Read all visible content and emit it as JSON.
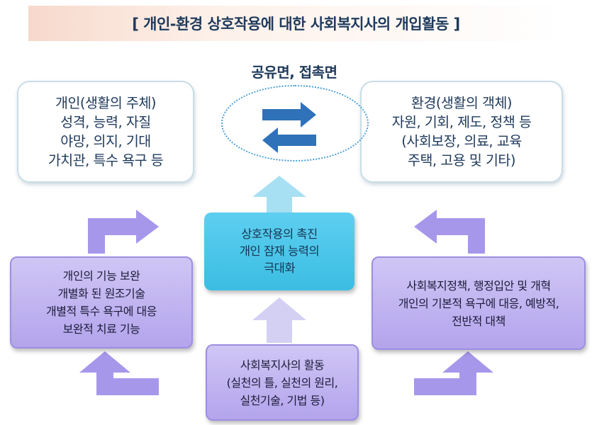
{
  "title": "[ 개인-환경 상호작용에 대한 사회복지사의 개입활동 ]",
  "subtitle": "공유면, 접촉면",
  "person_box": {
    "lines": [
      "개인(생활의 주체)",
      "성격, 능력, 자질",
      "야망, 의지, 기대",
      "가치관, 특수 욕구 등"
    ]
  },
  "environment_box": {
    "lines": [
      "환경(생활의 객체)",
      "자원, 기회, 제도, 정책 등",
      "(사회보장, 의료, 교육",
      "주택, 고용 및 기타)"
    ]
  },
  "center_box": {
    "lines": [
      "상호작용의 촉진",
      "개인 잠재 능력의",
      "극대화"
    ]
  },
  "left_box": {
    "lines": [
      "개인의 기능 보완",
      "개별화 된 원조기술",
      "개별적 특수 욕구에 대응",
      "보완적 치료 기능"
    ]
  },
  "right_box": {
    "lines": [
      "사회복지정책, 행정입안 및 개혁",
      "개인의 기본적 욕구에 대응, 예방적,",
      "전반적 대책"
    ]
  },
  "bottom_box": {
    "lines": [
      "사회복지사의 활동",
      "(실천의 틀, 실천의 원리,",
      "실천기술, 기법 등)"
    ]
  },
  "colors": {
    "title_text": "#1f3a5c",
    "exchange_arrow": "#2f72b9",
    "ellipse_border": "#4a9fd8",
    "center_box": "#3bbde3",
    "purple_box": "#b3a4ec",
    "purple_arrow": "#a797eb",
    "up_arrow_light_blue": "#a8e0f3",
    "up_arrow_lavender": "#d3d0f3"
  }
}
